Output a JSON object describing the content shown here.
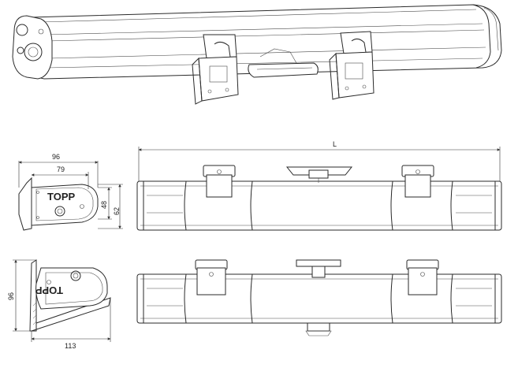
{
  "logo_text": "TOPP",
  "dimensions": {
    "side_top_width": "96",
    "side_inner_width": "79",
    "side_height_inner": "48",
    "side_height_outer": "62",
    "bracket_height": "96",
    "bracket_width": "113",
    "length": "L"
  },
  "colors": {
    "line": "#2a2a2a",
    "background": "#ffffff"
  }
}
